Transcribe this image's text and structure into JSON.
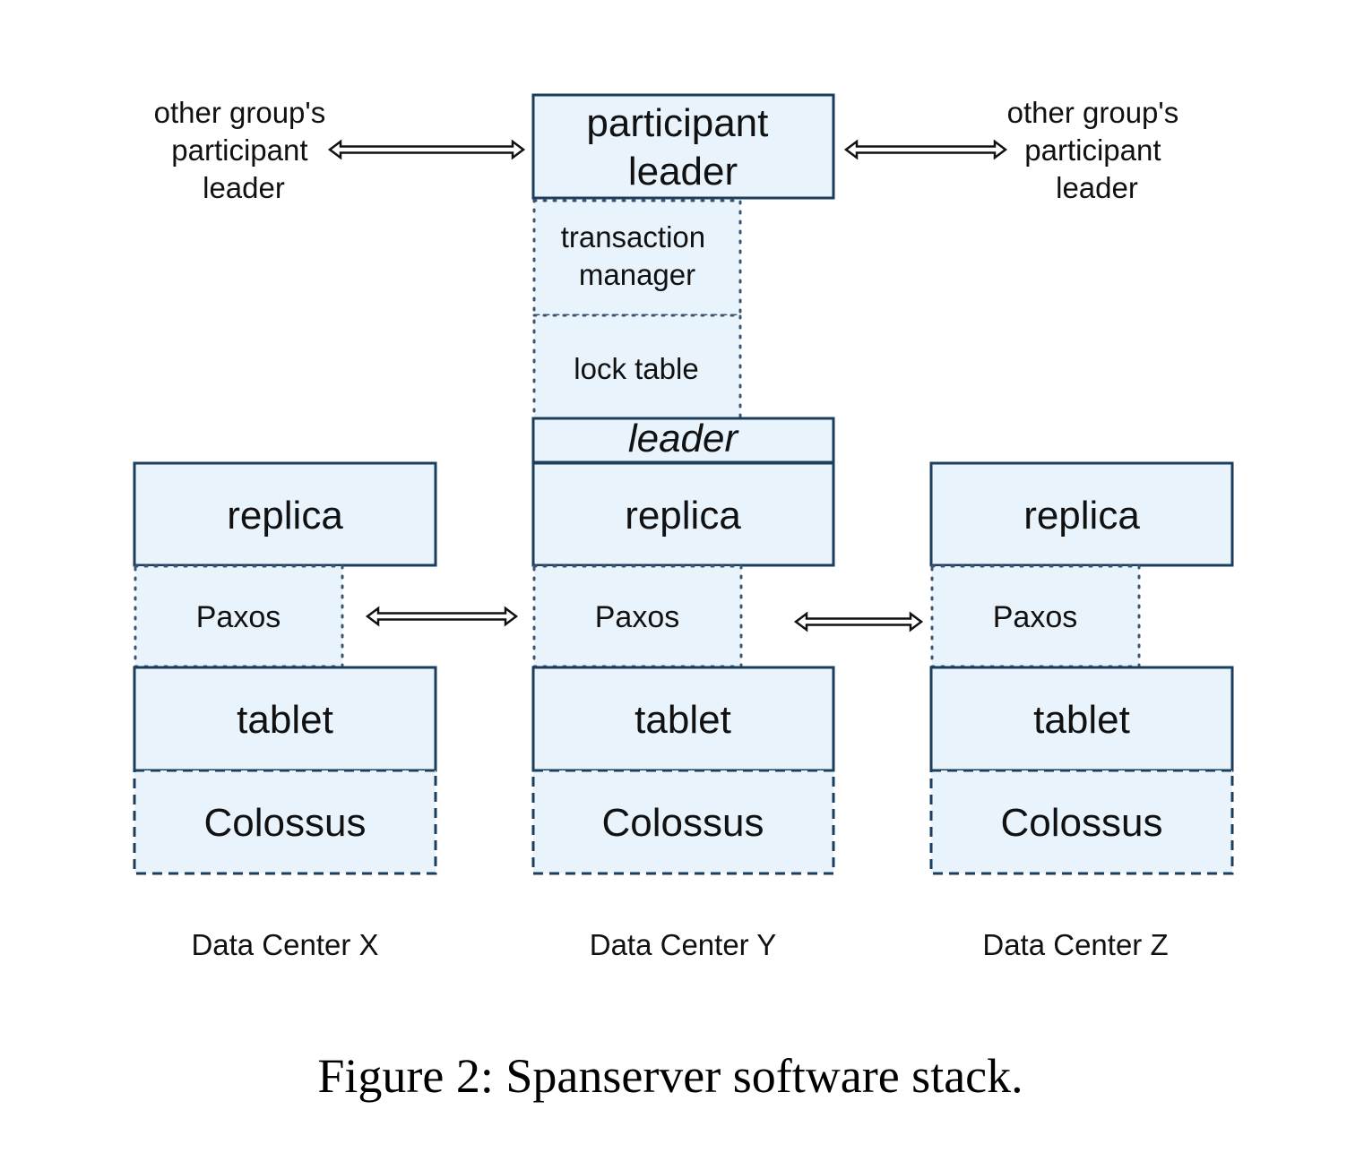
{
  "participant_leader": "participant leader",
  "transaction_manager": "transaction manager",
  "lock_table": "lock table",
  "leader": "leader",
  "left_peer": [
    "other group's",
    "participant",
    "leader"
  ],
  "right_peer": [
    "other group's",
    "participant",
    "leader"
  ],
  "columns": [
    {
      "replica": "replica",
      "paxos": "Paxos",
      "tablet": "tablet",
      "colossus": "Colossus",
      "datacenter": "Data Center X"
    },
    {
      "replica": "replica",
      "paxos": "Paxos",
      "tablet": "tablet",
      "colossus": "Colossus",
      "datacenter": "Data Center Y"
    },
    {
      "replica": "replica",
      "paxos": "Paxos",
      "tablet": "tablet",
      "colossus": "Colossus",
      "datacenter": "Data Center Z"
    }
  ],
  "caption": {
    "label": "Figure 2:",
    "text": "Spanserver software stack."
  },
  "colors": {
    "box_fill": "#e8f3fc",
    "box_stroke": "#1b3e5e"
  }
}
